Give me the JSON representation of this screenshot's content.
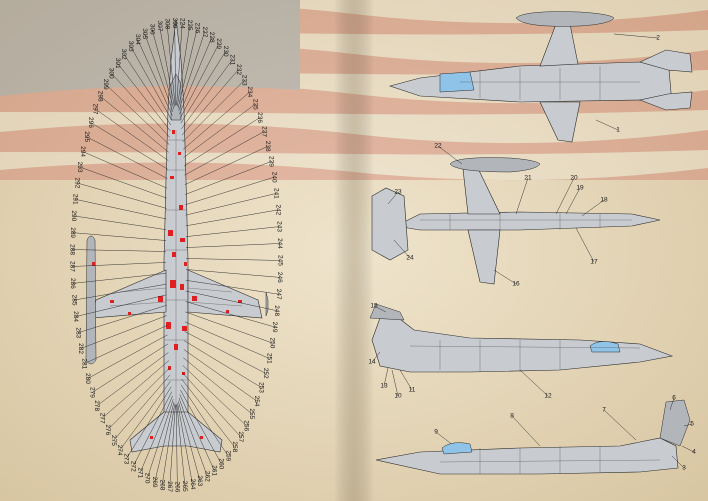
{
  "colors": {
    "paper": "#e9dcc2",
    "paper_shadow": "#d9c7a3",
    "aircraft_grey": "#c8cbcf",
    "stencil_red": "#e02020",
    "canopy_blue": "#8fc4e8",
    "flag_red": "#c9504a",
    "flag_blue": "#5a6a92"
  },
  "callouts": {
    "plan": [
      "224",
      "225",
      "226",
      "227",
      "228",
      "229",
      "230",
      "231",
      "232",
      "233",
      "234",
      "235",
      "236",
      "237",
      "238",
      "239",
      "240",
      "241",
      "242",
      "243",
      "244",
      "245",
      "246",
      "247",
      "248",
      "249",
      "250",
      "251",
      "252",
      "253",
      "254",
      "255",
      "256",
      "257",
      "258",
      "259",
      "260",
      "261",
      "262",
      "263",
      "264",
      "265",
      "266",
      "267",
      "268",
      "269",
      "270",
      "271",
      "272",
      "273",
      "274",
      "275",
      "276",
      "277",
      "278",
      "279",
      "280",
      "281",
      "282",
      "283",
      "284",
      "285",
      "286",
      "287",
      "288",
      "289",
      "290",
      "291",
      "292",
      "293",
      "294",
      "295",
      "296",
      "297",
      "298",
      "299",
      "300",
      "301",
      "302",
      "303",
      "304",
      "305",
      "306",
      "307",
      "308",
      "309"
    ],
    "upper": [
      "1",
      "2"
    ],
    "lower": [
      "16",
      "17",
      "18",
      "19",
      "20",
      "21",
      "22",
      "23",
      "24"
    ],
    "left": [
      "8",
      "9",
      "10",
      "11",
      "12",
      "13",
      "14",
      "15"
    ],
    "right": [
      "3",
      "4",
      "5",
      "6",
      "7"
    ]
  }
}
